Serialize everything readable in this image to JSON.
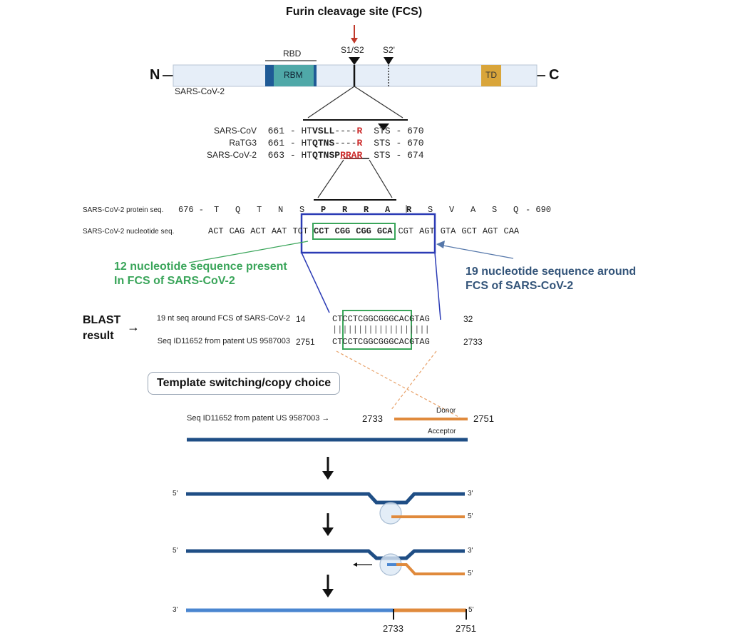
{
  "header": {
    "title": "Furin cleavage site (FCS)"
  },
  "spike_protein": {
    "n_term": "N",
    "c_term": "C",
    "name": "SARS-CoV-2",
    "domains": {
      "rbd": "RBD",
      "rbm": "RBM",
      "td": "TD"
    },
    "sites": {
      "s1s2": "S1/S2",
      "s2prime": "S2'"
    },
    "colors": {
      "bar": "#e6eef8",
      "rbd_dark": "#1f5a96",
      "rbm": "#4fa8a8",
      "td": "#d9a53a",
      "fcs_arrow": "#c0392b"
    }
  },
  "alignment": {
    "rows": [
      {
        "name": "SARS-CoV",
        "start": "661",
        "prefix": "HT",
        "bold": "VSLL",
        "gap": "----",
        "red": "R",
        "suffix": "STS",
        "end": "670"
      },
      {
        "name": "RaTG3",
        "start": "661",
        "prefix": "HT",
        "bold": "QTNS",
        "gap": "----",
        "red": "R",
        "suffix": "STS",
        "end": "670"
      },
      {
        "name": "SARS-CoV-2",
        "start": "663",
        "prefix": "HT",
        "bold": "QTNSP",
        "gap": "",
        "red": "RRAR",
        "suffix": "STS",
        "end": "674"
      }
    ]
  },
  "protein_seq": {
    "label": "SARS-CoV-2 protein seq.",
    "start": "676 -",
    "residues": [
      "T",
      "Q",
      "T",
      "N",
      "S",
      "P",
      "R",
      "R",
      "A",
      "R",
      "S",
      "V",
      "A",
      "S",
      "Q"
    ],
    "end": "- 690"
  },
  "nucleotide_seq": {
    "label": "SARS-CoV-2 nucleotide seq.",
    "codons_before": [
      "ACT",
      "CAG",
      "ACT",
      "AAT",
      "TCT"
    ],
    "codons_boxed": [
      "CCT",
      "CGG",
      "CGG",
      "GCA"
    ],
    "codons_after": [
      "CGT",
      "AGT",
      "GTA",
      "GCT",
      "AGT",
      "CAA"
    ]
  },
  "annotations": {
    "green_line1": "12 nucleotide sequence present",
    "green_line2": "In FCS of SARS-CoV-2",
    "blue_line1": "19 nucleotide sequence around",
    "blue_line2": "FCS of SARS-CoV-2",
    "green_color": "#3aa55a",
    "blue_color": "#2b3bb5"
  },
  "blast": {
    "label_line1": "BLAST",
    "label_line2": "result",
    "arrow": "→",
    "rows": [
      {
        "desc": "19 nt seq around FCS of SARS-CoV-2",
        "start": "14",
        "seq": "CTCCTCGGCGGGCACGTAG",
        "end": "32"
      },
      {
        "desc": "Seq ID11652 from patent US 9587003",
        "start": "2751",
        "seq": "CTCCTCGGCGGGCACGTAG",
        "end": "2733"
      }
    ],
    "match_bars": "|||||||||||||||||||"
  },
  "template_switching": {
    "title": "Template switching/copy choice",
    "seq_label": "Seq ID11652 from patent  US 9587003 →",
    "donor_start": "2733",
    "donor_end": "2751",
    "donor_label": "Donor",
    "acceptor_label": "Acceptor",
    "five_prime": "5'",
    "three_prime": "3'",
    "final_start": "2733",
    "final_end": "2751",
    "colors": {
      "acceptor": "#1f4e85",
      "donor": "#e08a3c",
      "new_strand": "#4a86d0",
      "enzyme": "#dce8f5"
    }
  }
}
